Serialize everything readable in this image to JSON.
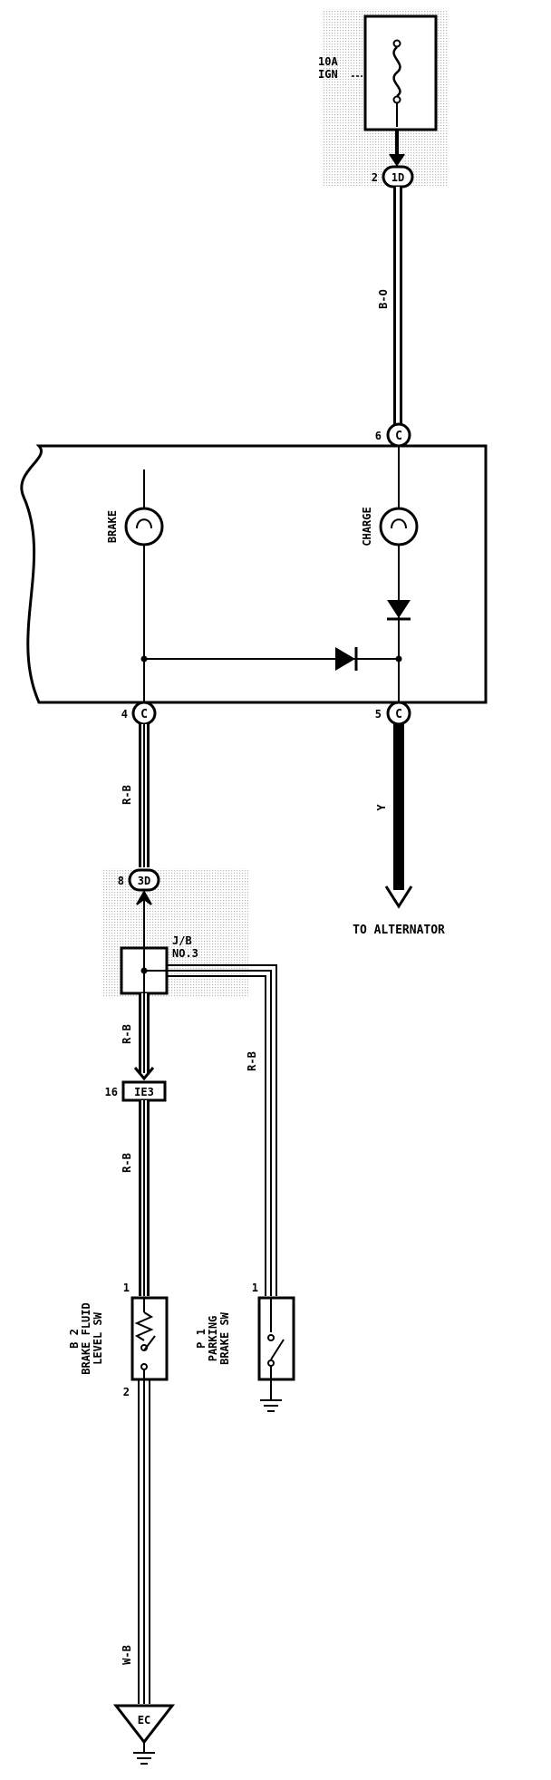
{
  "fuse": {
    "rating": "10A",
    "circuit": "IGN"
  },
  "connectors": {
    "fuse_out": {
      "pin": "2",
      "id": "1D"
    },
    "meter_in": {
      "pin": "6",
      "id": "C"
    },
    "meter_brake": {
      "pin": "4",
      "id": "C"
    },
    "meter_charge": {
      "pin": "5",
      "id": "C"
    },
    "jb_in": {
      "pin": "8",
      "id": "3D"
    },
    "ie3": {
      "pin": "16",
      "id": "IE3"
    }
  },
  "wires": {
    "ign_to_meter": "B-O",
    "meter_to_jb": "R-B",
    "charge_to_alt": "Y",
    "jb_to_ie3": "R-B",
    "jb_to_parking": "R-B",
    "ie3_to_fluid": "R-B",
    "fluid_to_ground": "W-B"
  },
  "lamps": {
    "brake": "BRAKE",
    "charge": "CHARGE"
  },
  "junction_block": {
    "line1": "J/B",
    "line2": "NO.3"
  },
  "destination": "TO ALTERNATOR",
  "switches": {
    "fluid": {
      "code": "B 2",
      "line1": "BRAKE FLUID",
      "line2": "LEVEL SW",
      "pin_top": "1",
      "pin_bottom": "2"
    },
    "parking": {
      "code": "P 1",
      "line1": "PARKING",
      "line2": "BRAKE SW",
      "pin_top": "1"
    }
  },
  "ground": {
    "id": "EC"
  }
}
